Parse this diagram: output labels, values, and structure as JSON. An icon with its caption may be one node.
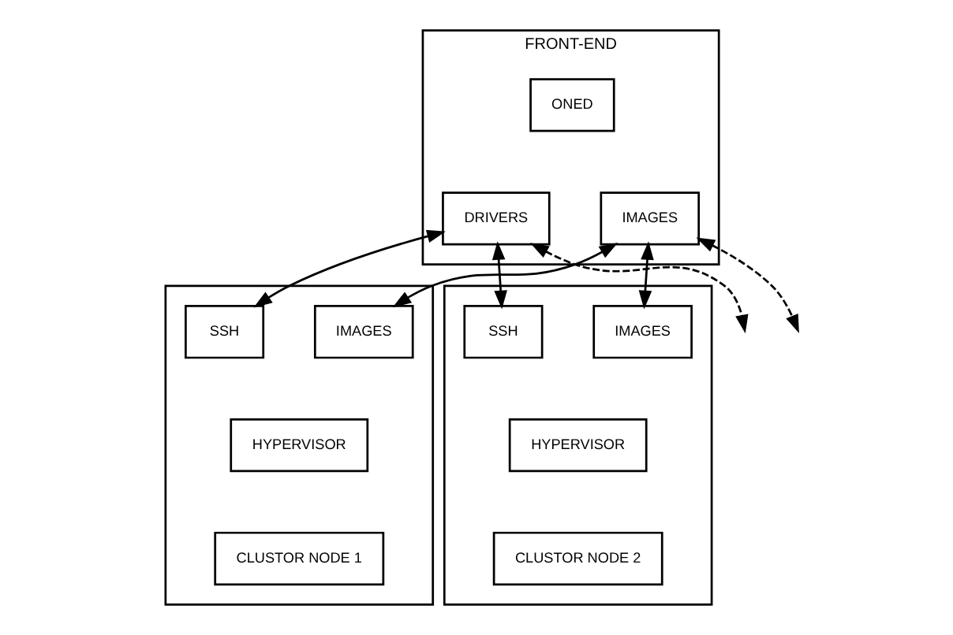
{
  "diagram": {
    "nodes": [
      {
        "text": [
          "FRONT-END"
        ]
      },
      {
        "text": [
          "ONED"
        ],
        "in": 0
      },
      {
        "text": [
          "DRIVERS"
        ],
        "in": 0
      },
      {
        "text": [
          "IMAGES"
        ],
        "in": 0
      },
      {
        "text": [],
        "shape": "box"
      },
      {
        "text": [
          "SSH"
        ],
        "in": 4
      },
      {
        "text": [
          "IMAGES"
        ],
        "in": 4
      },
      {
        "text": [
          "HYPERVISOR"
        ],
        "in": 4
      },
      {
        "text": [
          "CLUSTOR NODE 1"
        ],
        "in": 4
      },
      {
        "text": [],
        "shape": "box"
      },
      {
        "text": [
          "SSH"
        ],
        "in": 9
      },
      {
        "text": [
          "IMAGES"
        ],
        "in": 9
      },
      {
        "text": [
          "HYPERVISOR"
        ],
        "in": 9
      },
      {
        "text": [
          "CLUSTOR NODE 2"
        ],
        "in": 9
      }
    ],
    "edges": [
      {
        "from": 2,
        "to": 5,
        "arrow": "both"
      },
      {
        "from": 2,
        "to": 10,
        "arrow": "both"
      },
      {
        "from": 2,
        "to": null,
        "arrow": "both",
        "style": "dashed"
      },
      {
        "from": 3,
        "to": 6,
        "arrow": "both"
      },
      {
        "from": 3,
        "to": 11,
        "arrow": "both"
      },
      {
        "from": 3,
        "to": null,
        "arrow": "both",
        "style": "dashed"
      }
    ]
  }
}
